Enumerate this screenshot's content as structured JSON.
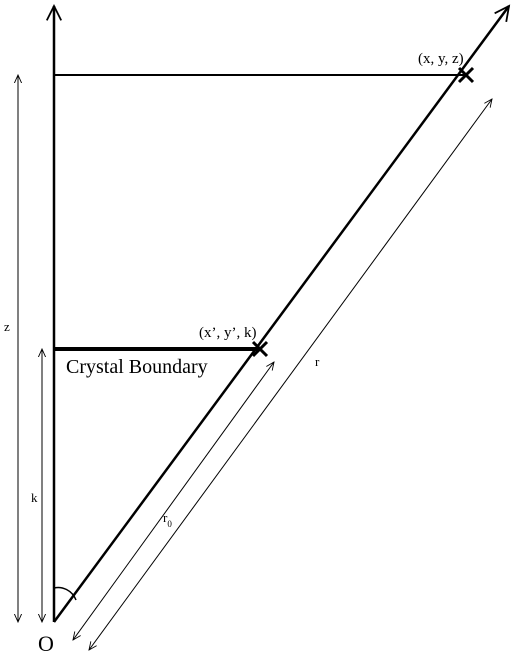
{
  "labels": {
    "origin": "O",
    "point_xyz": "(x, y, z)",
    "point_boundary": "(x’, y’, k)",
    "boundary": "Crystal Boundary",
    "z_dim": "z",
    "k_dim": "k",
    "r_dim": "r",
    "r0_base": "r",
    "r0_sub": "0"
  }
}
